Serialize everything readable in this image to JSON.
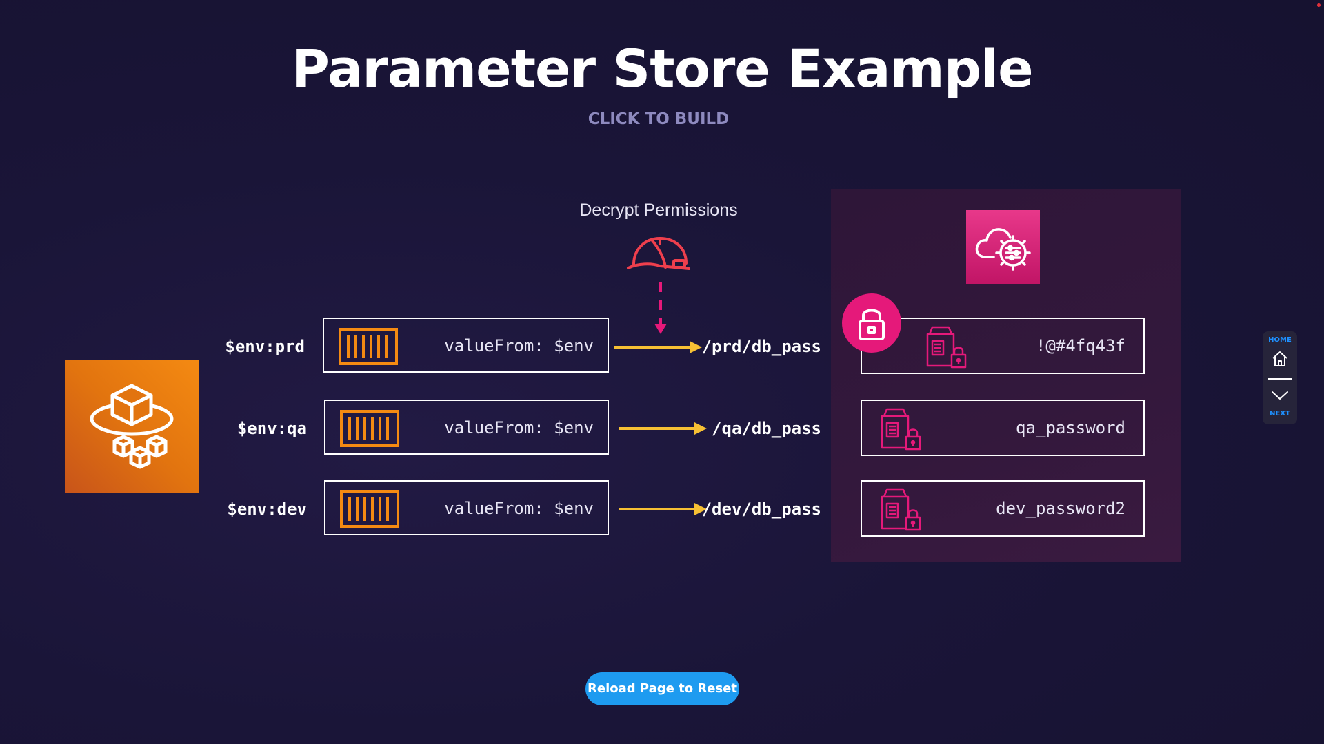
{
  "title": "Parameter Store Example",
  "subtitle": "CLICK TO BUILD",
  "decrypt_label": "Decrypt Permissions",
  "rows": [
    {
      "env": "$env:prd",
      "value_from": "valueFrom: $env",
      "path": "/prd/db_pass",
      "param_value": "!@#4fq43f"
    },
    {
      "env": "$env:qa",
      "value_from": "valueFrom: $env",
      "path": "/qa/db_pass",
      "param_value": "qa_password"
    },
    {
      "env": "$env:dev",
      "value_from": "valueFrom: $env",
      "path": "/dev/db_pass",
      "param_value": "dev_password2"
    }
  ],
  "nav": {
    "home_label": "HOME",
    "next_label": "NEXT"
  },
  "reset_button": "Reload Page to Reset",
  "icons": {
    "ecs": "ecs-fargate-icon",
    "helmet": "iam-role-helmet-icon",
    "ssm": "systems-manager-icon",
    "kms_lock": "kms-lock-icon",
    "container": "container-icon",
    "encrypted_param": "encrypted-parameter-icon",
    "home": "home-icon",
    "next": "chevron-down-icon"
  },
  "colors": {
    "background": "#1a1538",
    "ecs_orange": "#e2740f",
    "ssm_pink": "#e5197a",
    "arrow_yellow": "#f7c034",
    "helmet_red": "#ee3f4d",
    "button_blue": "#1e9bf0"
  }
}
